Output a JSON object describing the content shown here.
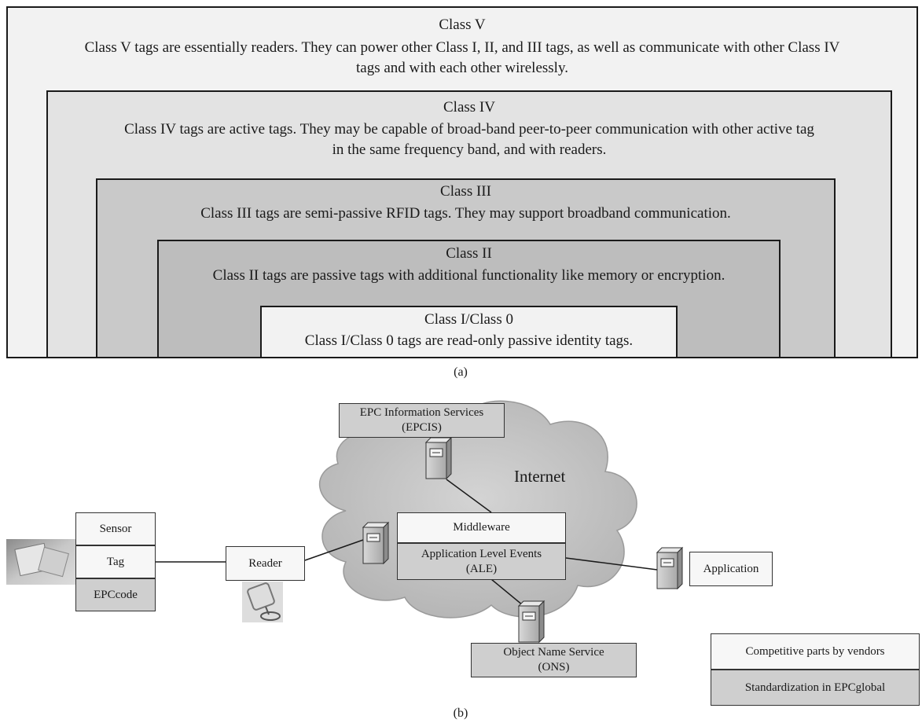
{
  "panel_a": {
    "classes": [
      {
        "title": "Class V",
        "desc_lines": [
          "Class V tags are essentially readers. They can power other Class I, II, and III tags, as well as communicate with other Class IV",
          "tags  and with each other wirelessly."
        ],
        "fill": "#f2f2f2"
      },
      {
        "title": "Class IV",
        "desc_lines": [
          "Class IV tags are active tags. They may be capable of broad-band peer-to-peer communication with other active tag",
          "in the same frequency band, and with readers."
        ],
        "fill": "#e3e3e3"
      },
      {
        "title": "Class III",
        "desc_lines": [
          "Class III tags are semi-passive RFID tags. They may support broadband communication."
        ],
        "fill": "#c9c9c9"
      },
      {
        "title": "Class II",
        "desc_lines": [
          "Class II tags are passive tags with additional functionality like memory or encryption."
        ],
        "fill": "#bdbdbd"
      },
      {
        "title": "Class I/Class 0",
        "desc_lines": [
          "Class I/Class 0 tags are read-only passive identity tags."
        ],
        "fill": "#f2f2f2"
      }
    ],
    "caption": "(a)"
  },
  "panel_b": {
    "tag_stack": {
      "sensor": "Sensor",
      "tag": "Tag",
      "epccode": "EPCcode"
    },
    "reader": "Reader",
    "internet": "Internet",
    "epcis": {
      "line1": "EPC Information Services",
      "line2": "(EPCIS)"
    },
    "middleware": "Middleware",
    "ale": {
      "line1": "Application Level Events",
      "line2": "(ALE)"
    },
    "ons": {
      "line1": "Object Name Service",
      "line2": "(ONS)"
    },
    "application": "Application",
    "legend": {
      "competitive": "Competitive parts by vendors",
      "standard": "Standardization in EPCglobal"
    },
    "caption": "(b)"
  },
  "colors": {
    "vendor_fill": "#f7f7f7",
    "standard_fill": "#cfcfcf",
    "cloud": "#c4c4c4",
    "outline": "#1a1a1a"
  }
}
